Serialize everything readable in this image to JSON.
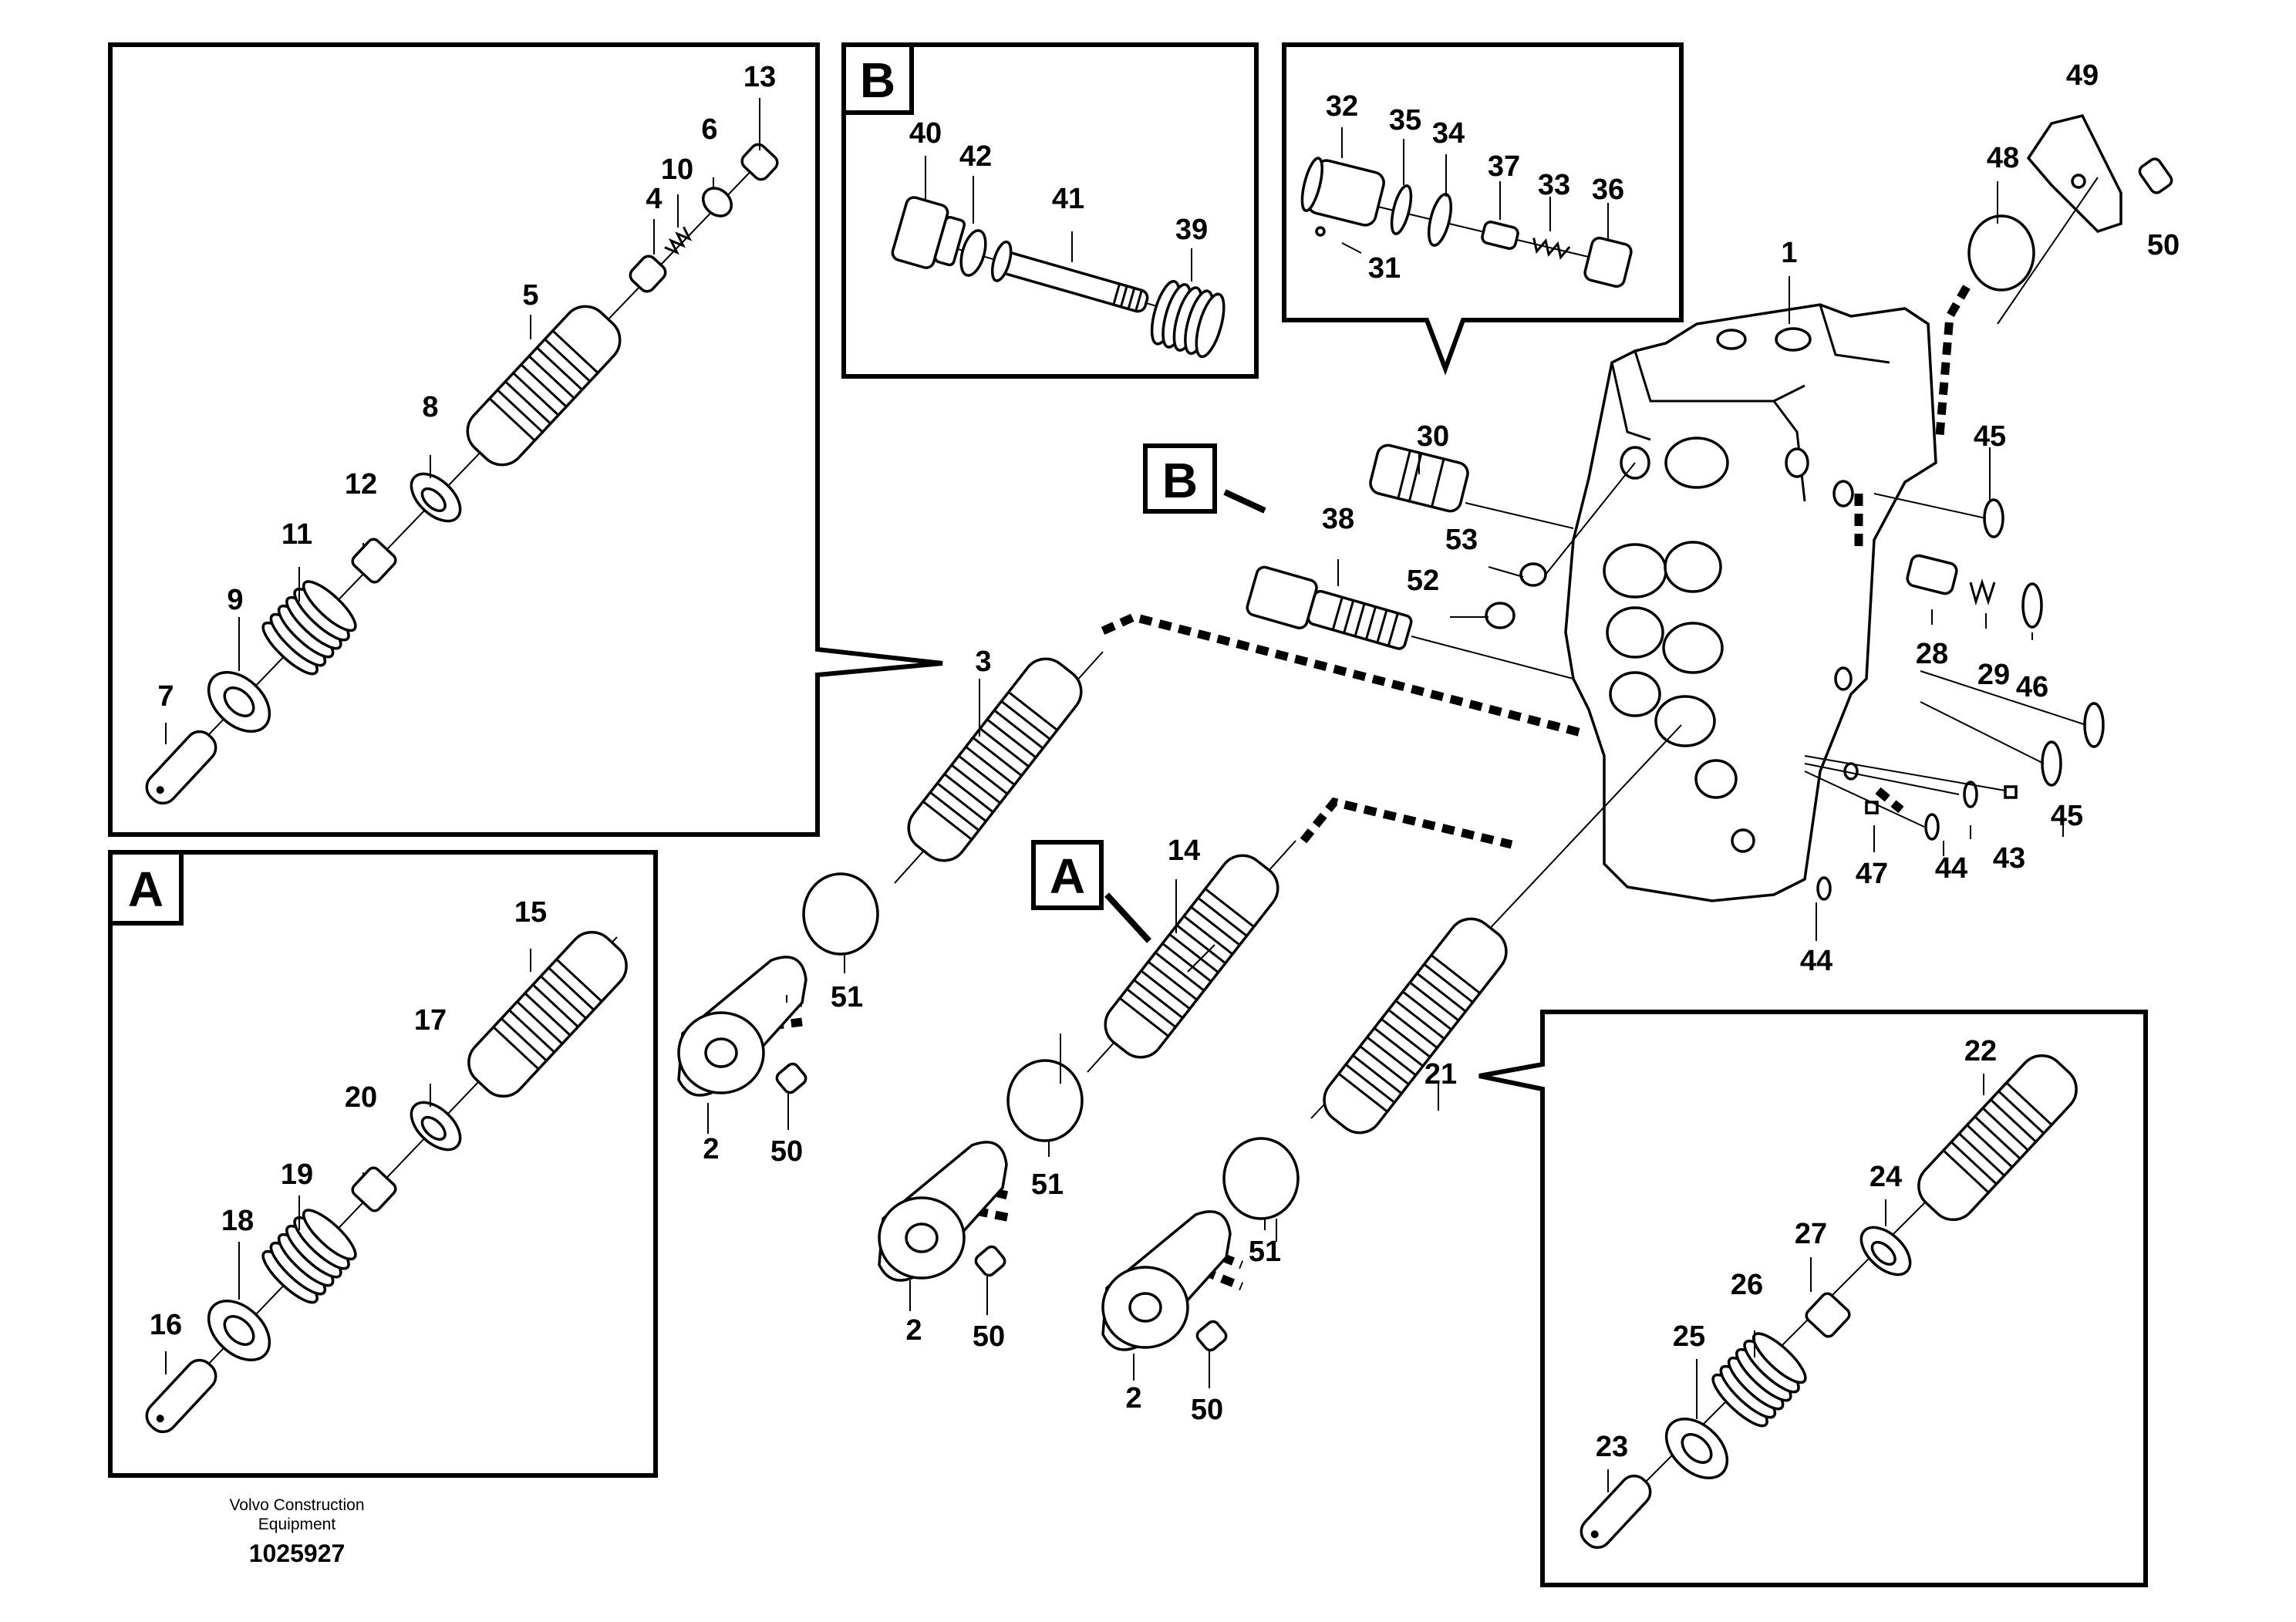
{
  "diagram": {
    "callouts": {
      "c1": "1",
      "c2a": "2",
      "c2b": "2",
      "c2c": "2",
      "c3": "3",
      "c4": "4",
      "c5": "5",
      "c6": "6",
      "c7": "7",
      "c8": "8",
      "c9": "9",
      "c10": "10",
      "c11": "11",
      "c12": "12",
      "c13": "13",
      "c14": "14",
      "c15": "15",
      "c16": "16",
      "c17": "17",
      "c18": "18",
      "c19": "19",
      "c20": "20",
      "c21": "21",
      "c22": "22",
      "c23": "23",
      "c24": "24",
      "c25": "25",
      "c26": "26",
      "c27": "27",
      "c28": "28",
      "c29": "29",
      "c30": "30",
      "c31": "31",
      "c32": "32",
      "c33": "33",
      "c34": "34",
      "c35": "35",
      "c36": "36",
      "c37": "37",
      "c38": "38",
      "c39": "39",
      "c40": "40",
      "c41": "41",
      "c42": "42",
      "c43": "43",
      "c44a": "44",
      "c44b": "44",
      "c45a": "45",
      "c45b": "45",
      "c46": "46",
      "c47": "47",
      "c48": "48",
      "c49": "49",
      "c50a": "50",
      "c50b": "50",
      "c50c": "50",
      "c50d": "50",
      "c51a": "51",
      "c51b": "51",
      "c51c": "51",
      "c52": "52",
      "c53": "53"
    },
    "view_labels": {
      "box_b": "B",
      "box_a": "A",
      "tag_b": "B",
      "tag_a": "A"
    }
  },
  "footer": {
    "brand_line1": "Volvo Construction",
    "brand_line2": "Equipment",
    "drawing_number": "1025927"
  }
}
